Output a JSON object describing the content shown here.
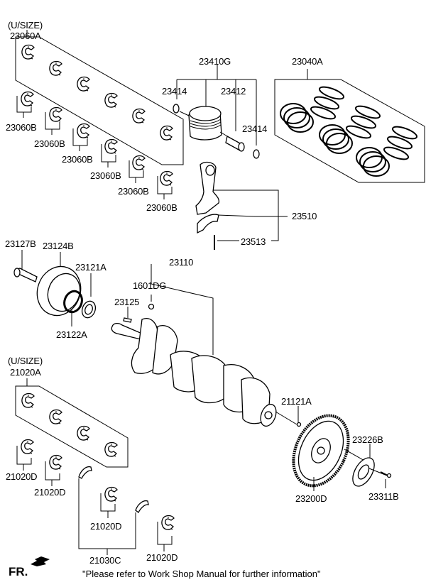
{
  "diagram": {
    "title": "Crankshaft & Piston Assembly",
    "labels": {
      "usize_top": "(U/SIZE)",
      "p23060A": "23060A",
      "p23060B_1": "23060B",
      "p23060B_2": "23060B",
      "p23060B_3": "23060B",
      "p23060B_4": "23060B",
      "p23060B_5": "23060B",
      "p23060B_6": "23060B",
      "p23410G": "23410G",
      "p23414_left": "23414",
      "p23412": "23412",
      "p23414_right": "23414",
      "p23040A": "23040A",
      "p23510": "23510",
      "p23513": "23513",
      "p23127B": "23127B",
      "p23124B": "23124B",
      "p23121A": "23121A",
      "p23122A": "23122A",
      "p23110": "23110",
      "p1601DG": "1601DG",
      "p23125": "23125",
      "usize_bottom": "(U/SIZE)",
      "p21020A": "21020A",
      "p21020D_1": "21020D",
      "p21020D_2": "21020D",
      "p21020D_3": "21020D",
      "p21020D_4": "21020D",
      "p21030C": "21030C",
      "p21121A": "21121A",
      "p23226B": "23226B",
      "p23200D": "23200D",
      "p23311B": "23311B"
    },
    "front_indicator": "FR.",
    "footer_note": "\"Please refer to Work Shop Manual for further information\""
  }
}
